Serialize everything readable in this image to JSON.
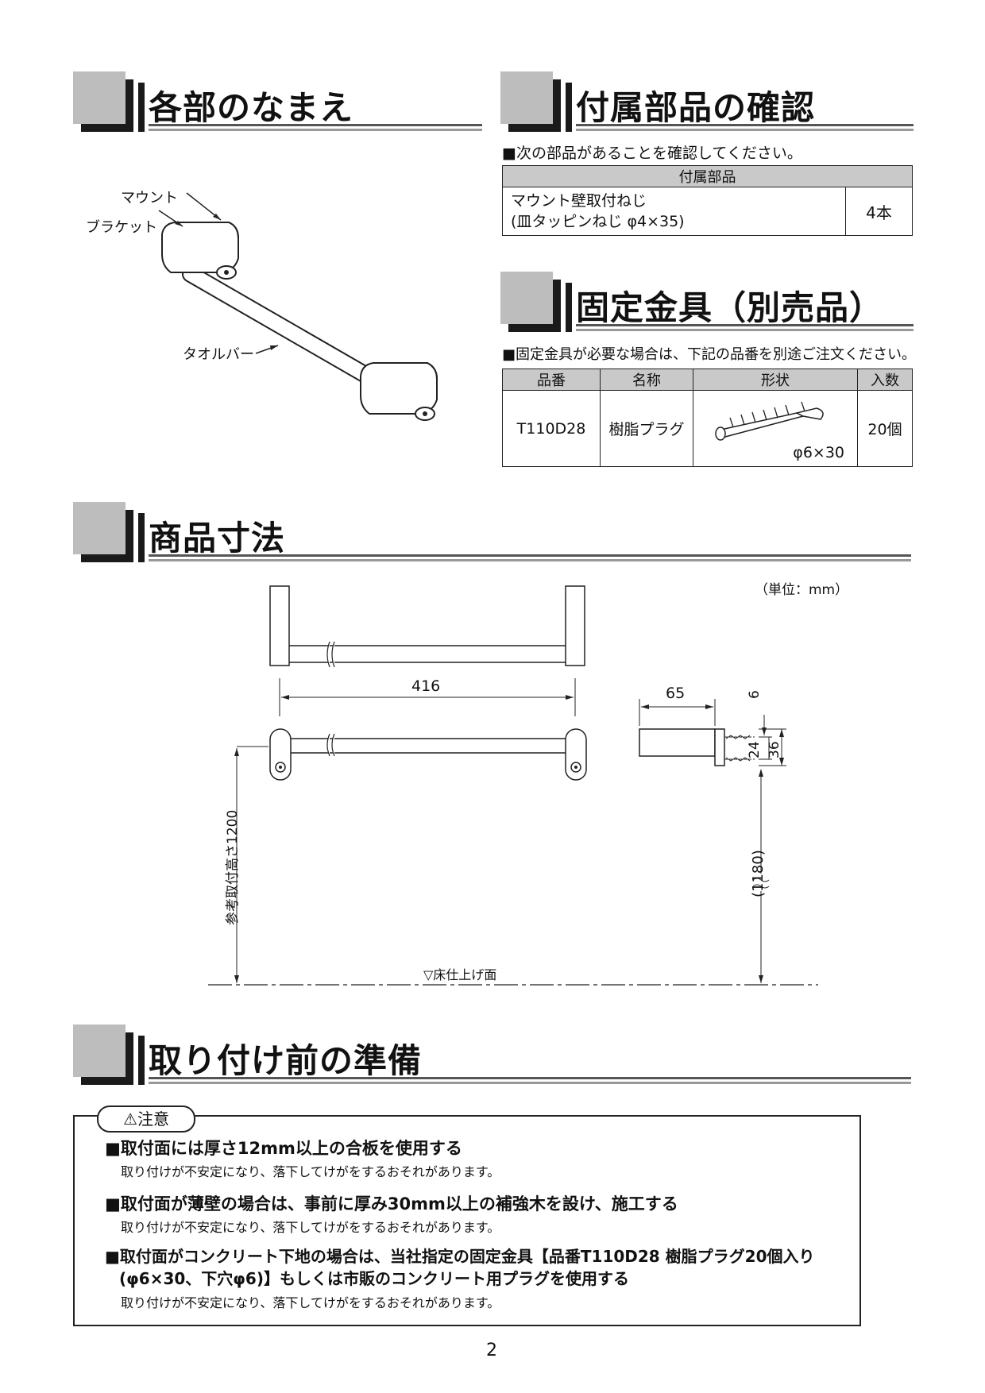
{
  "sections": {
    "names": "各部のなまえ",
    "accessories": "付属部品の確認",
    "fixing": "固定金具（別売品）",
    "dimensions": "商品寸法",
    "preparation": "取り付け前の準備"
  },
  "part_labels": {
    "mount": "マウント",
    "bracket": "ブラケット",
    "towel_bar": "タオルバー"
  },
  "accessories": {
    "note": "■次の部品があることを確認してください。",
    "header": "付属部品",
    "item_line1": "マウント壁取付ねじ",
    "item_line2": "(皿タッピンねじ φ4×35)",
    "qty": "4本"
  },
  "fixing": {
    "note": "■固定金具が必要な場合は、下記の品番を別途ご注文ください。",
    "headers": [
      "品番",
      "名称",
      "形状",
      "入数"
    ],
    "row": {
      "code": "T110D28",
      "name": "樹脂プラグ",
      "size": "φ6×30",
      "qty": "20個"
    }
  },
  "dimensions": {
    "unit": "（単位：mm）",
    "width": "416",
    "depth": "65",
    "d6": "6",
    "d24": "24",
    "d36": "36",
    "ref_height": "参考取付高さ1200",
    "h1180": "(1180)",
    "floor": "▽床仕上げ面"
  },
  "caution": {
    "tag": "⚠注意",
    "items": [
      {
        "head": "■取付面には厚さ12mm以上の合板を使用する",
        "sub": "取り付けが不安定になり、落下してけがをするおそれがあります。"
      },
      {
        "head": "■取付面が薄壁の場合は、事前に厚み30mm以上の補強木を設け、施工する",
        "sub": "取り付けが不安定になり、落下してけがをするおそれがあります。"
      },
      {
        "head": "■取付面がコンクリート下地の場合は、当社指定の固定金具【品番T110D28 樹脂プラグ20個入り",
        "head2": "(φ6×30、下穴φ6)】もしくは市販のコンクリート用プラグを使用する",
        "sub": "取り付けが不安定になり、落下してけがをするおそれがあります。"
      }
    ]
  },
  "page_number": "2"
}
